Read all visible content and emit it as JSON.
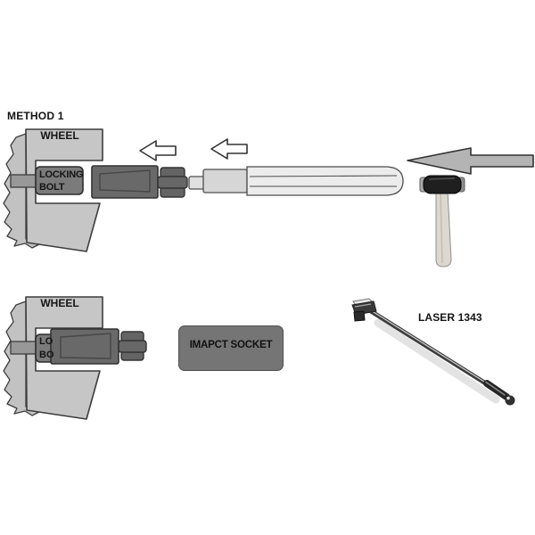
{
  "title": "METHOD 1",
  "palette": {
    "wheel_fill": "#c6c6c6",
    "bolt_fill": "#7b7b7b",
    "socket_fill": "#696969",
    "extension_fill": "#ececec",
    "arrow_fill": "#b4b4b4",
    "label_text": "#141414",
    "background": "#ffffff"
  },
  "top_diagram": {
    "wheel_label": "WHEEL",
    "bolt_label_line1": "LOCKING",
    "bolt_label_line2": "BOLT"
  },
  "bottom_diagram": {
    "wheel_label": "WHEEL",
    "bolt_label_visible_line1": "LO",
    "bolt_label_visible_line2": "BO",
    "socket_caption": "IMAPCT SOCKET",
    "tool_caption": "LASER 1343"
  }
}
